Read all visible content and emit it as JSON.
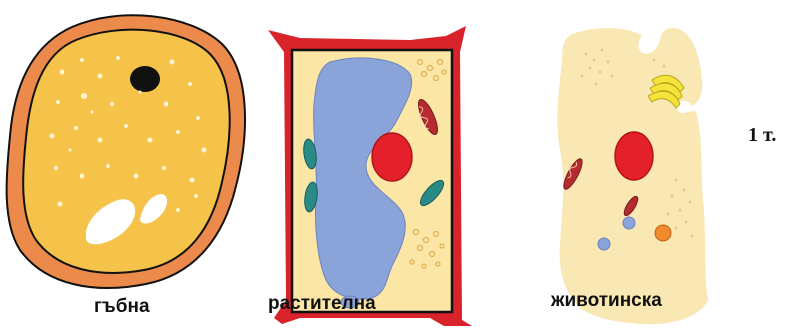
{
  "captions": {
    "fungal": "гъбна",
    "plant": "растителна",
    "animal": "животинска"
  },
  "points_label": "1 т.",
  "colors": {
    "fungal_wall": "#ec8a4c",
    "cytoplasm": "#f5c24a",
    "plant_wall": "#d8232a",
    "plant_cytoplasm": "#fbe6a6",
    "vacuole": "#8aa3d8",
    "nucleus": "#e4202a",
    "chloroplast": "#2a8a86",
    "mitochondrion": "#b52b2f",
    "animal_cytoplasm": "#fae8b4",
    "golgi": "#f3e33a",
    "lysosome": "#f08a2c",
    "outline": "#111111"
  },
  "icons": {
    "fungal_cell": "fungal-cell-icon",
    "plant_cell": "plant-cell-icon",
    "animal_cell": "animal-cell-icon"
  }
}
